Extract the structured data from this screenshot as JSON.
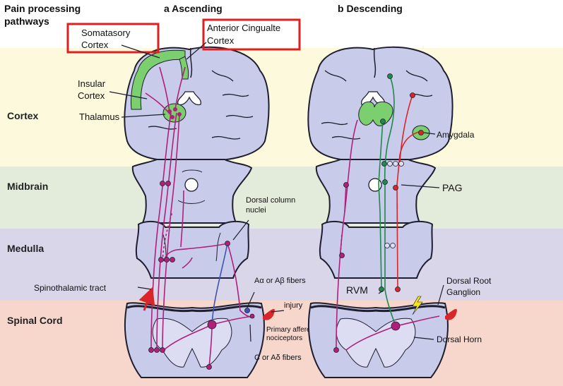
{
  "header": {
    "title": "Pain processing pathways",
    "title_line1": "Pain processing",
    "title_line2": "pathways",
    "panel_a": "a  Ascending",
    "panel_b": "b  Descending"
  },
  "bands": [
    {
      "label": "Cortex",
      "color": "#fdf9dc"
    },
    {
      "label": "Midbrain",
      "color": "#e3ecdb"
    },
    {
      "label": "Medulla",
      "color": "#d9d6ea"
    },
    {
      "label": "Spinal Cord",
      "color": "#f7d6cc"
    }
  ],
  "labels": {
    "somatosensory_line1": "Somatasory",
    "somatosensory_line2": "Cortex",
    "acc_line1": "Anterior Cingualte",
    "acc_line2": "Cortex",
    "insular_line1": "Insular",
    "insular_line2": "Cortex",
    "thalamus": "Thalamus",
    "dorsal_column_line1": "Dorsal column",
    "dorsal_column_line2": "nuclei",
    "spinothalamic": "Spinothalamic tract",
    "a_fibers": "Aα or Aβ fibers",
    "injury": "injury",
    "primary_line1": "Primary afferent",
    "primary_line2": "nociceptors",
    "c_fibers": "C or Aδ fibers",
    "amygdala": "Amygdala",
    "pag": "PAG",
    "rvm": "RVM",
    "drg_line1": "Dorsal Root",
    "drg_line2": "Ganglion",
    "dorsal_horn": "Dorsal Horn"
  },
  "colors": {
    "tissue": "#c9cbea",
    "tissue_light": "#dcdcf2",
    "outline": "#1e1e2e",
    "green": "#7ccf6e",
    "magenta": "#b0207a",
    "blue": "#3b54b5",
    "red": "#d8262a",
    "dark_green": "#1e8a4a",
    "yellow": "#f3e41b",
    "highlight_box": "#e02020"
  }
}
